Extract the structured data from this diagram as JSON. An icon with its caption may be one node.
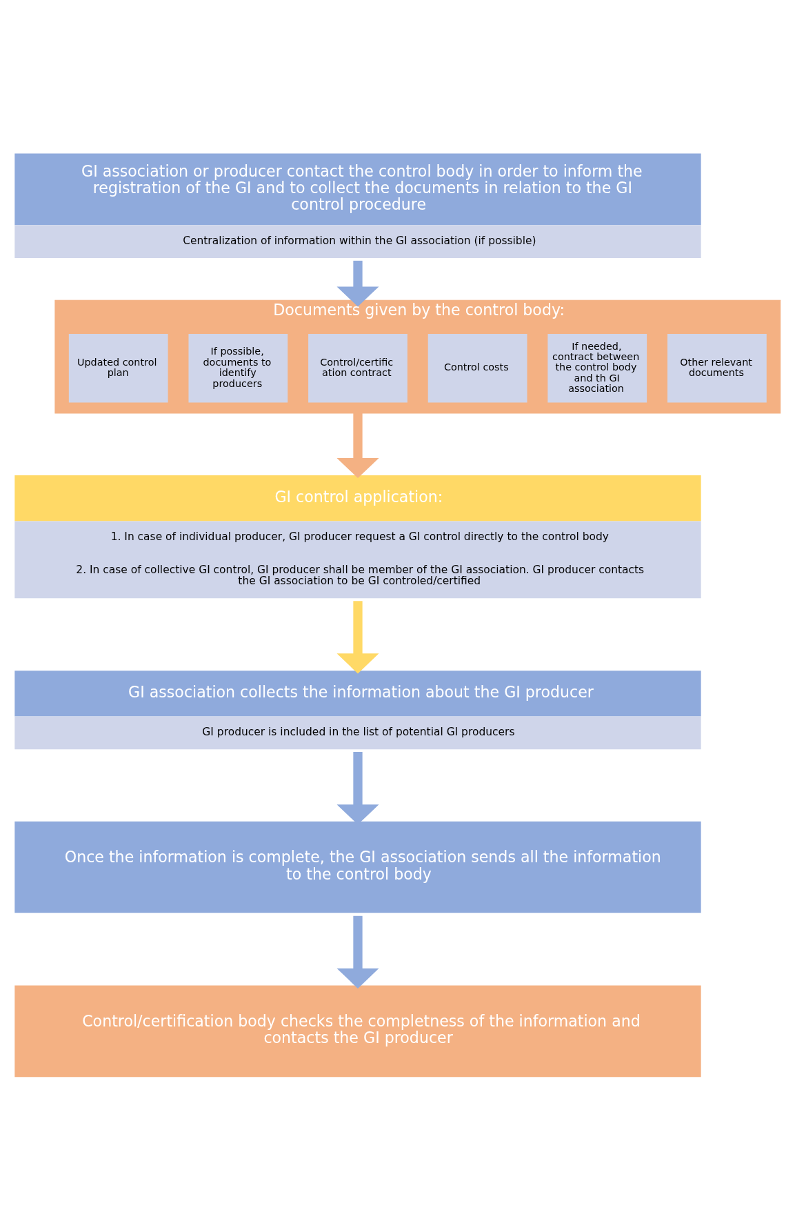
{
  "diagram": {
    "nodes": [
      {
        "text": [
          "GI association or producer contact the control body in order to inform the registration of the GI and to collect the documents in relation to the GI control procedure",
          "Centralization of information within the GI association (if possible)"
        ]
      },
      {
        "text": [
          "Documents given by the control body:"
        ]
      },
      {
        "text": [
          "Updated control plan"
        ],
        "in": 1
      },
      {
        "text": [
          "If possible, documents to identify producers"
        ],
        "in": 1
      },
      {
        "text": [
          "Control/certification contract"
        ],
        "in": 1
      },
      {
        "text": [
          "Control costs"
        ],
        "in": 1
      },
      {
        "text": [
          "If needed, contract between the control body and th GI association"
        ],
        "in": 1
      },
      {
        "text": [
          "Other relevant documents"
        ],
        "in": 1
      },
      {
        "text": [
          "GI control application:",
          "1. In case of individual producer, GI producer request a GI control directly to the control body",
          "2. In case of collective GI control, GI producer shall be member of the GI association. GI producer contacts the GI association to be GI controled/certified"
        ]
      },
      {
        "text": [
          "GI association collects the information about the GI producer",
          "GI producer is included in the list of potential GI producers"
        ]
      },
      {
        "text": [
          "Once the information is complete, the GI association sends all the information to the control body"
        ]
      },
      {
        "text": [
          "Control/certification body checks the completness of the information and contacts the GI producer"
        ]
      }
    ],
    "edges": [
      {
        "from": 0,
        "to": 1,
        "arrow": "to"
      },
      {
        "from": 1,
        "to": 8,
        "arrow": "to",
        "color": "#f4b183"
      },
      {
        "from": 8,
        "to": 9,
        "arrow": "to",
        "color": "#ffd966"
      },
      {
        "from": 9,
        "to": 10,
        "arrow": "to"
      },
      {
        "from": 10,
        "to": 11,
        "arrow": "to"
      }
    ]
  }
}
